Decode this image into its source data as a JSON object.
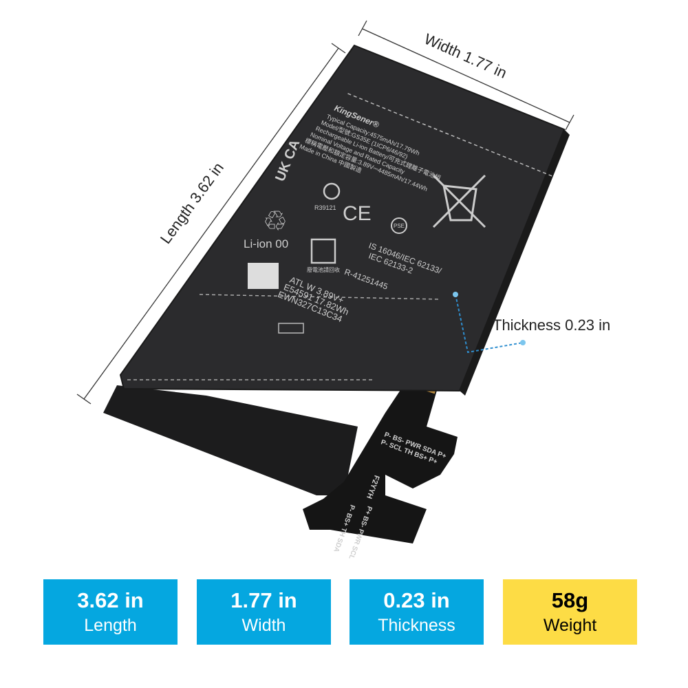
{
  "dimensions": {
    "width_label": "Width 1.77 in",
    "length_label": "Length 3.62 in",
    "thickness_label": "Thickness 0.23 in"
  },
  "battery_label": {
    "brand": "KingSener®",
    "lines": [
      "Typical Capacity:4575mAh/17.79Wh",
      "Model/型號:GS35E      (1ICP6/46/92)",
      "Rechargeable Li-ion Battery/可充式鋰離子電池組",
      "Nominal Voltage and Rated Capacity",
      "標稱電壓和額定容量:3.89V⎓4485mAh/17.44Wh",
      "Made in China 中國製造"
    ],
    "cert_code": "R39121",
    "recycle_text": "Li-ion 00",
    "recycle_cn": "廢電池請回收",
    "standards": [
      "IS 16046/IEC 62133/",
      "IEC 62133-2",
      "R-41251445"
    ],
    "print_lines": [
      "ATL W 3.89V+",
      "E54591 17.82Wh",
      "EWN327C13C34"
    ],
    "ukca": "UK CA",
    "pse": "PSE"
  },
  "flex_cable": {
    "pins_top": "P-  BS-  PWR  SDA  P+",
    "pins_bottom": "P-  SCL  TH  BS+  P+",
    "code": "F2YYH",
    "pins_a": "P+  BS-  PWR  SCL",
    "pins_b": "P-  BS+  TH  SDA"
  },
  "specs": [
    {
      "value": "3.62 in",
      "label": "Length"
    },
    {
      "value": "1.77 in",
      "label": "Width"
    },
    {
      "value": "0.23 in",
      "label": "Thickness"
    },
    {
      "value": "58g",
      "label": "Weight"
    }
  ],
  "colors": {
    "spec_blue": "#05a7e0",
    "spec_yellow": "#fddc45",
    "battery": "#2b2b2d",
    "guide_blue": "#2f8fd0"
  }
}
